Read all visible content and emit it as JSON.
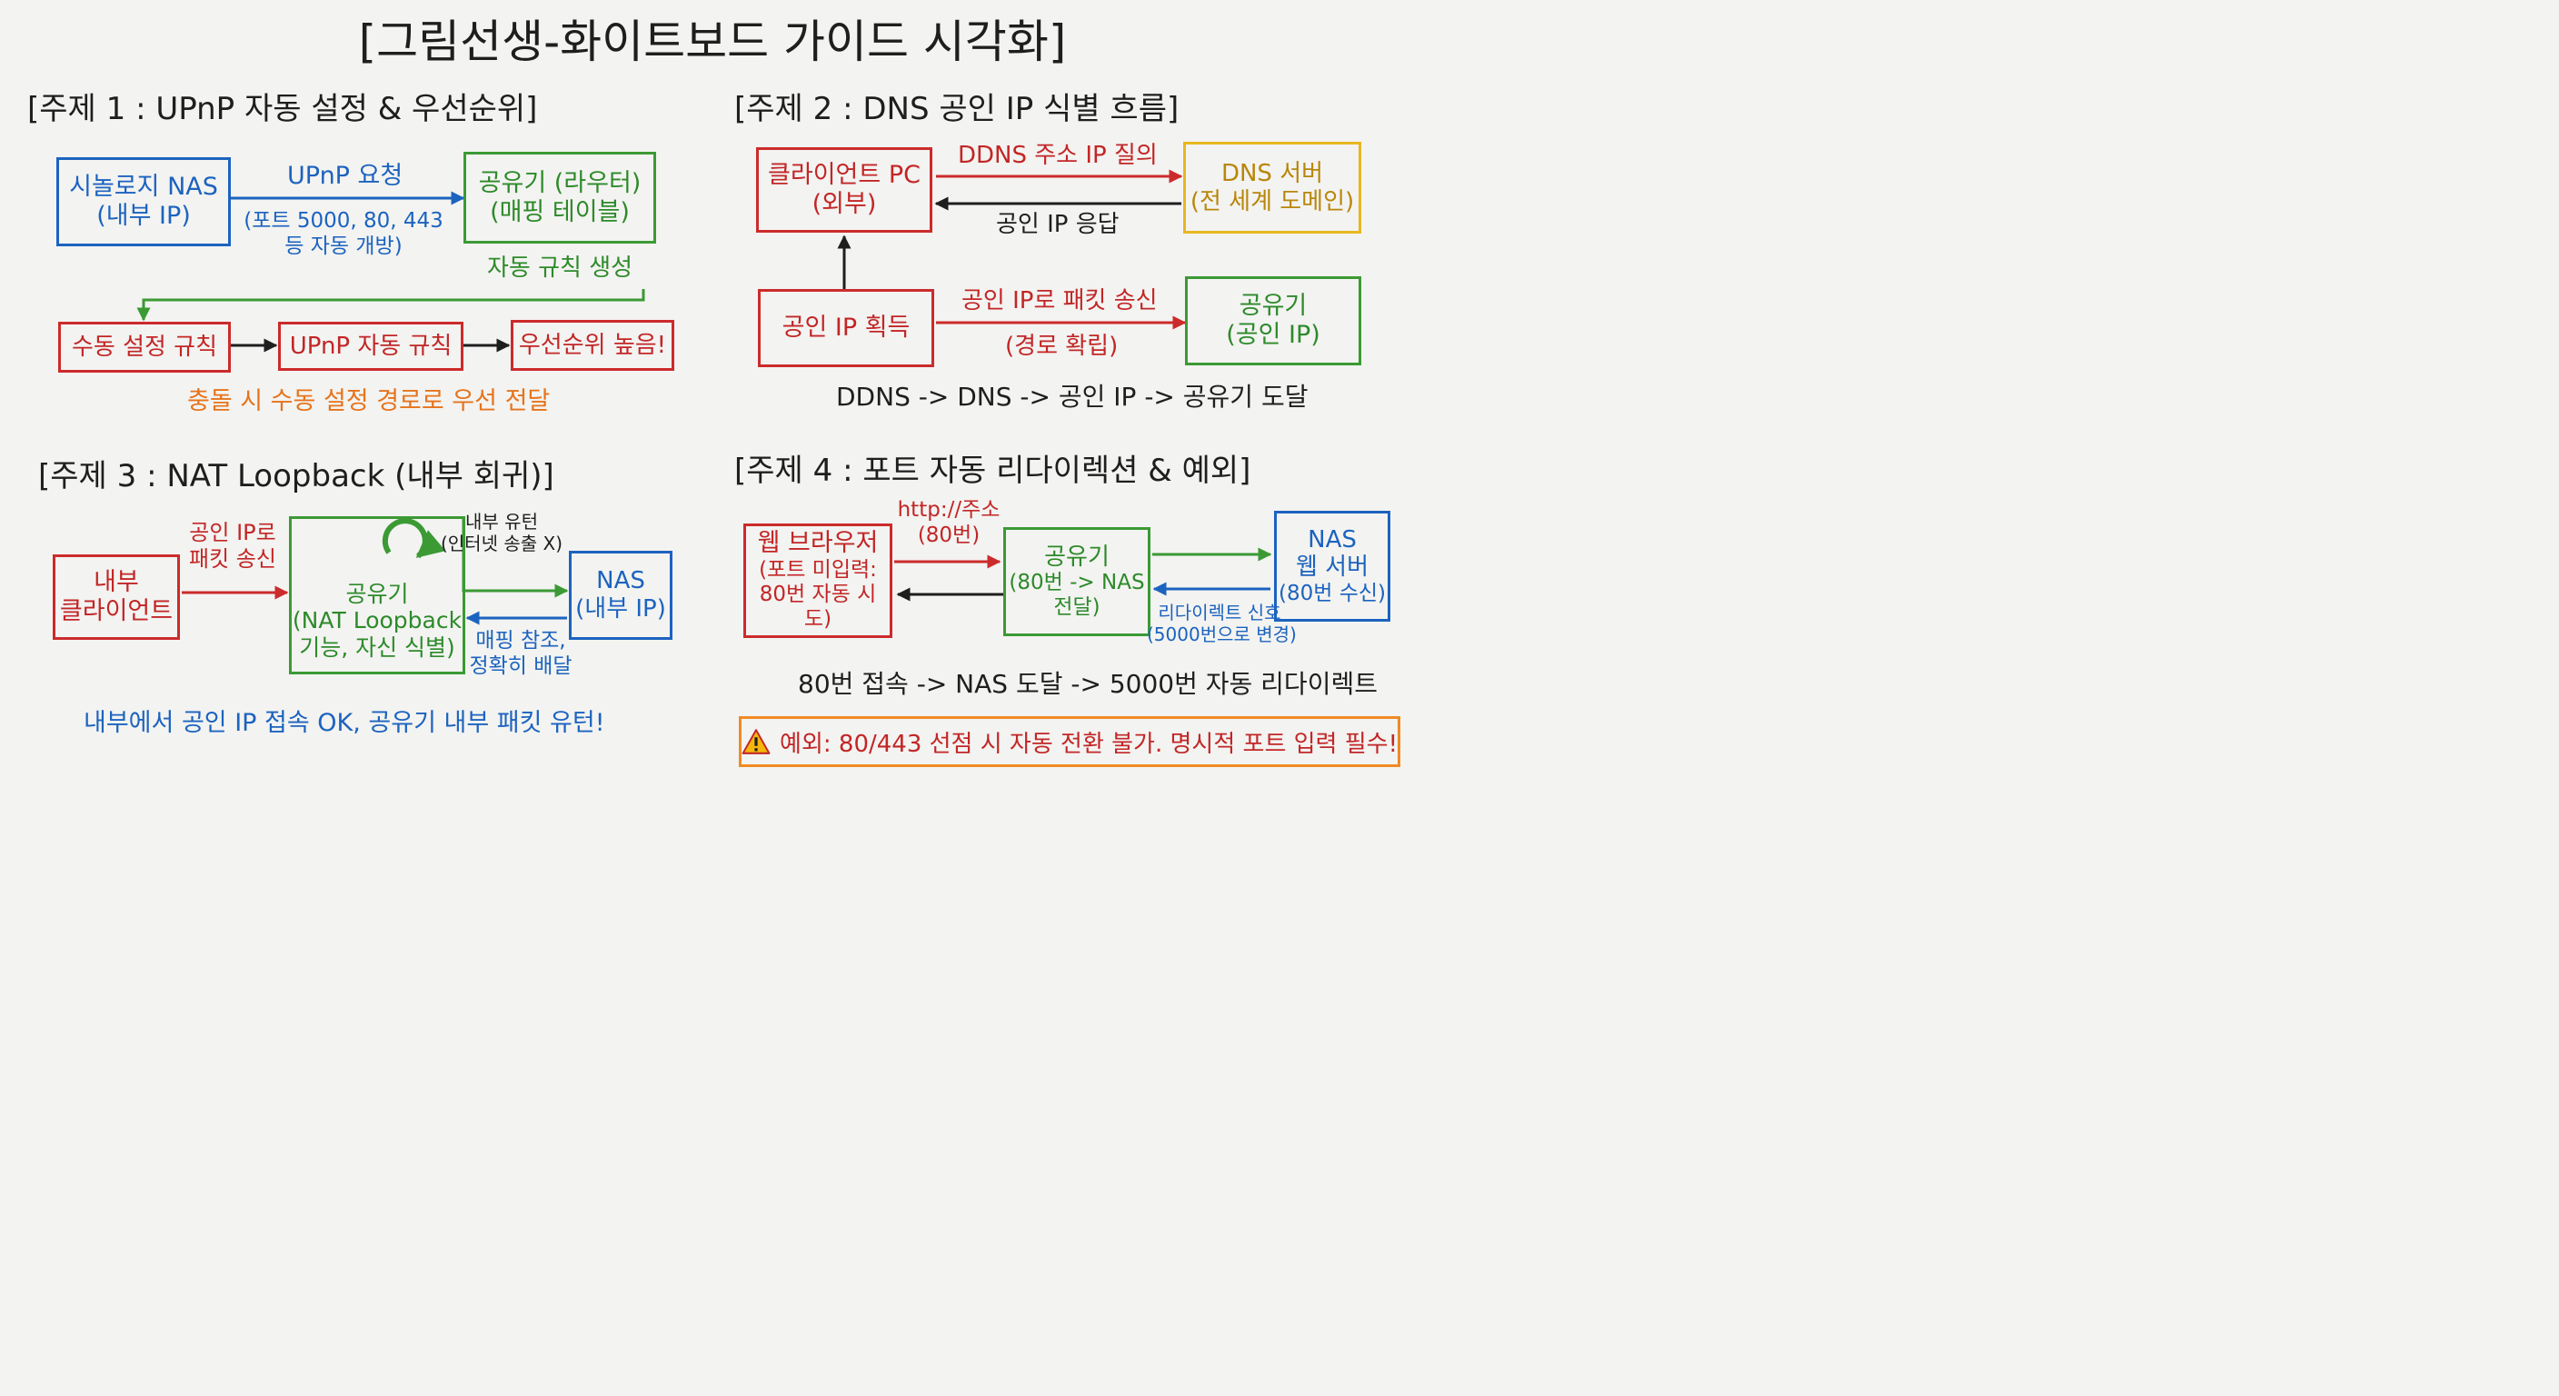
{
  "title": "[그림선생-화이트보드 가이드 시각화]",
  "topic1": {
    "heading": "[주제 1 : UPnP 자동 설정 & 우선순위]",
    "nas": [
      "시놀로지 NAS",
      "(내부 IP)"
    ],
    "request_label": "UPnP 요청",
    "ports_label": [
      "(포트 5000, 80, 443",
      "등 자동 개방)"
    ],
    "router": [
      "공유기 (라우터)",
      "(매핑 테이블)"
    ],
    "auto_rule_label": "자동 규칙 생성",
    "manual_rule": "수동 설정 규칙",
    "upnp_rule": "UPnP 자동 규칙",
    "priority": "우선순위 높음!",
    "note": "충돌 시 수동 설정 경로로 우선 전달"
  },
  "topic2": {
    "heading": "[주제 2 : DNS 공인 IP 식별 흐름]",
    "client": [
      "클라이언트 PC",
      "(외부)"
    ],
    "query_label": "DDNS 주소 IP 질의",
    "dns_server": [
      "DNS 서버",
      "(전 세계 도메인)"
    ],
    "response_label": "공인 IP 응답",
    "acquire": "공인 IP 획득",
    "send_label": "공인 IP로 패킷 송신",
    "route_label": "(경로 확립)",
    "router": [
      "공유기",
      "(공인 IP)"
    ],
    "flow": "DDNS -> DNS -> 공인 IP -> 공유기 도달"
  },
  "topic3": {
    "heading": "[주제 3 : NAT Loopback (내부 회귀)]",
    "client": [
      "내부",
      "클라이언트"
    ],
    "send_label": [
      "공인 IP로",
      "패킷 송신"
    ],
    "uturn_label": [
      "내부 유턴",
      "(인터넷 송출 X)"
    ],
    "router": [
      "공유기",
      "(NAT Loopback",
      "기능, 자신 식별)"
    ],
    "nas": [
      "NAS",
      "(내부 IP)"
    ],
    "mapping_label": [
      "매핑 참조,",
      "정확히 배달"
    ],
    "note": "내부에서 공인 IP 접속 OK, 공유기 내부 패킷 유턴!"
  },
  "topic4": {
    "heading": "[주제 4 : 포트 자동 리다이렉션 & 예외]",
    "http_label": [
      "http://주소",
      "(80번)"
    ],
    "browser": [
      "웹 브라우저",
      "(포트 미입력:",
      "80번 자동 시도)"
    ],
    "router": [
      "공유기",
      "(80번 -> NAS",
      "전달)"
    ],
    "nas": [
      "NAS",
      "웹 서버",
      "(80번 수신)"
    ],
    "redirect_label": [
      "리다이렉트 신호",
      "(5000번으로 변경)"
    ],
    "flow": "80번 접속 -> NAS 도달 -> 5000번 자동 리다이렉트",
    "warning": "예외: 80/443 선점 시 자동 전환 불가. 명시적 포트 입력 필수!"
  },
  "colors": {
    "blue": "#1c63bf",
    "green": "#2d8a2a",
    "red": "#c22626",
    "gold": "#e8b720",
    "orange": "#e6731c",
    "dark": "#1e1e1e"
  }
}
